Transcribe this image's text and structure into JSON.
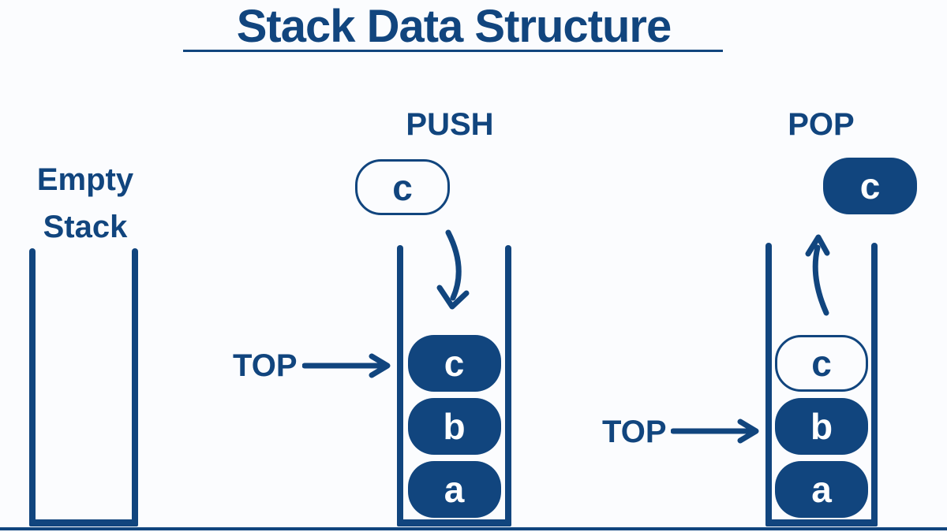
{
  "title": "Stack Data Structure",
  "colors": {
    "primary": "#11457E",
    "background": "#FBFCFE",
    "block_text_filled": "#FFFFFF"
  },
  "empty_stack": {
    "label_line1": "Empty",
    "label_line2": "Stack"
  },
  "push": {
    "label": "PUSH",
    "top_label": "TOP",
    "incoming_item": "c",
    "items": [
      {
        "value": "c",
        "style": "filled"
      },
      {
        "value": "b",
        "style": "filled"
      },
      {
        "value": "a",
        "style": "filled"
      }
    ]
  },
  "pop": {
    "label": "POP",
    "top_label": "TOP",
    "popped_item": "c",
    "items": [
      {
        "value": "c",
        "style": "outlined"
      },
      {
        "value": "b",
        "style": "filled"
      },
      {
        "value": "a",
        "style": "filled"
      }
    ]
  }
}
